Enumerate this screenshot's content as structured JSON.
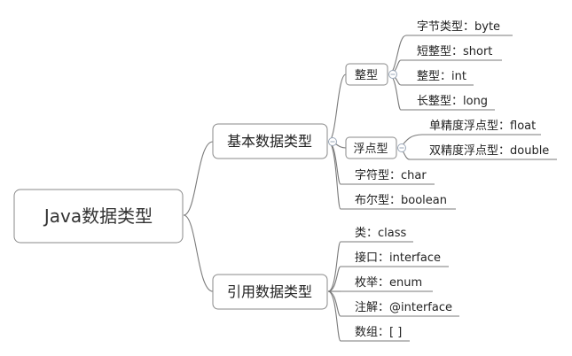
{
  "root": {
    "label": "Java数据类型"
  },
  "branches": {
    "basic": {
      "label": "基本数据类型",
      "integer": {
        "label": "整型",
        "leaves": [
          "字节类型：byte",
          "短整型：short",
          "整型：int",
          "长整型：long"
        ]
      },
      "float": {
        "label": "浮点型",
        "leaves": [
          "单精度浮点型：float",
          "双精度浮点型：double"
        ]
      },
      "leaves": [
        "字符型：char",
        "布尔型：boolean"
      ]
    },
    "reference": {
      "label": "引用数据类型",
      "leaves": [
        "类：class",
        "接口：interface",
        "枚举：enum",
        "注解：@interface",
        "数组：[ ]"
      ]
    }
  }
}
